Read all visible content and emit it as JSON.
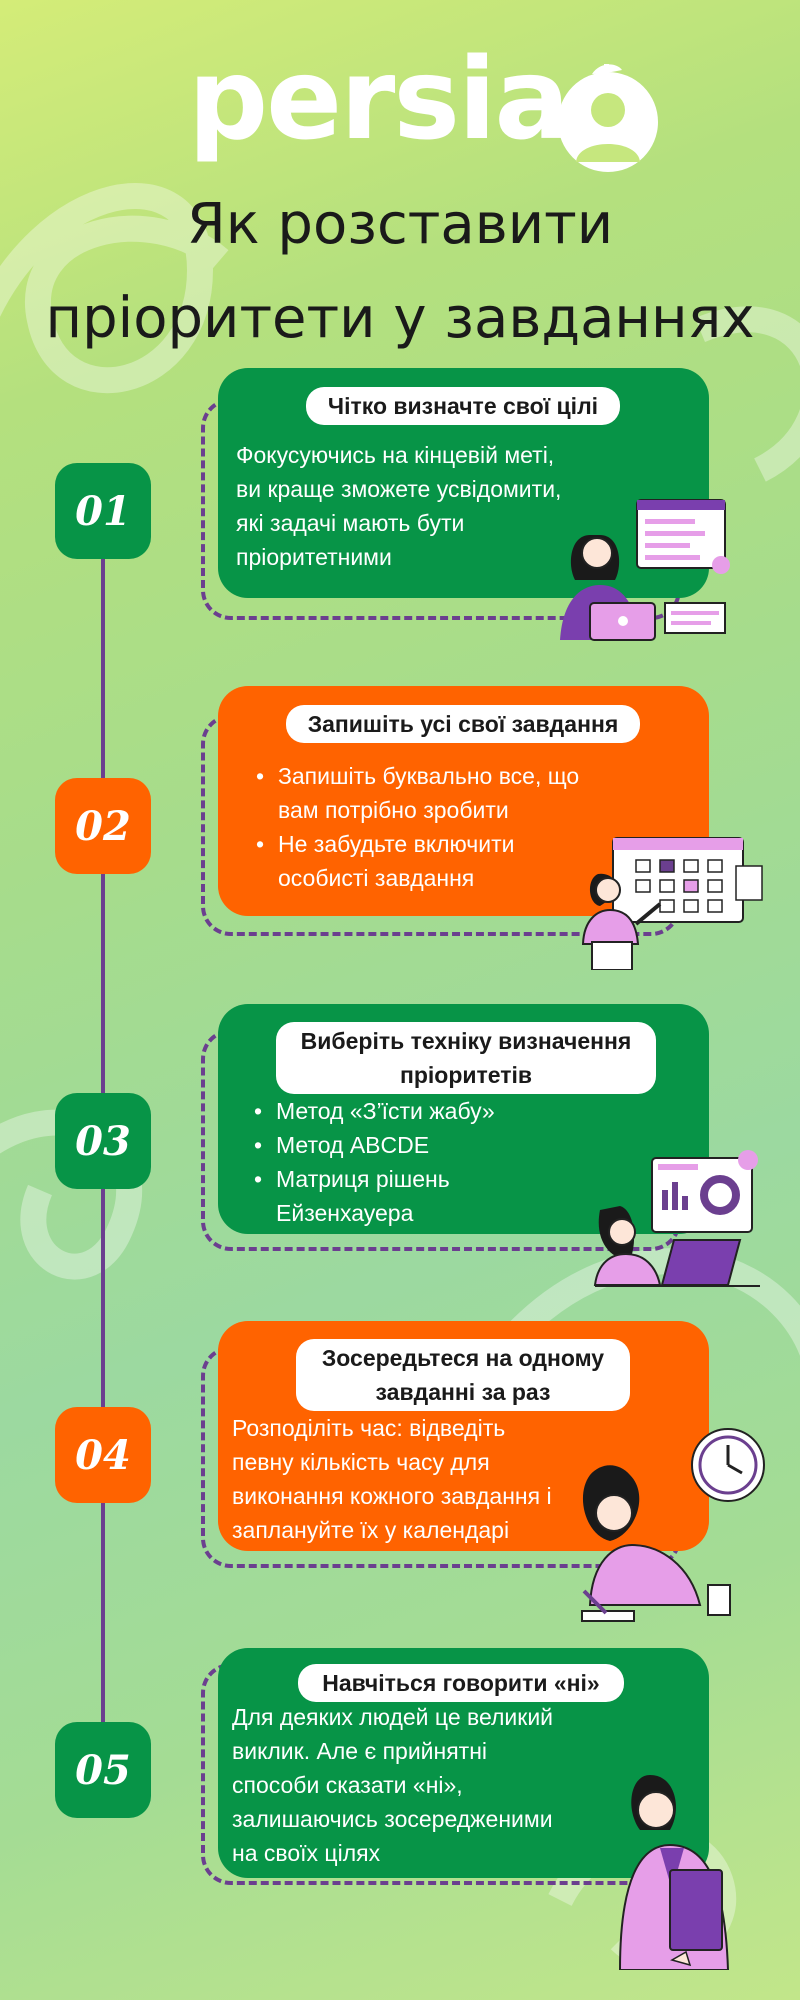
{
  "logo": {
    "text": "persia"
  },
  "title": {
    "line1": "Як розставити",
    "line2": "пріоритети у завданнях"
  },
  "colors": {
    "green": "#079447",
    "orange": "#ff6300",
    "purple": "#6b3f8f",
    "pink": "#e69ee8"
  },
  "steps": [
    {
      "number": "01",
      "heading": "Чітко визначте свої цілі",
      "lines": [
        "Фокусуючись на кінцевій меті,",
        "ви краще зможете усвідомити,",
        "які задачі мають бути",
        "пріоритетними"
      ],
      "illustration": "woman-at-laptop-icon"
    },
    {
      "number": "02",
      "heading": "Запишіть усі свої завдання",
      "bullets": [
        "Запишіть буквально все, що вам потрібно зробити",
        "Не забудьте включити особисті завдання"
      ],
      "illustration": "woman-with-calendar-icon"
    },
    {
      "number": "03",
      "heading": "Виберіть техніку визначення пріоритетів",
      "bullets": [
        "Метод «З’їсти жабу»",
        "Метод ABCDE",
        "Матриця рішень Ейзенхауера"
      ],
      "illustration": "woman-with-charts-icon"
    },
    {
      "number": "04",
      "heading": "Зосередьтеся на одному завданні за раз",
      "lines": [
        "Розподіліть час: відведіть",
        "певну кількість часу для",
        "виконання кожного завдання і",
        "заплануйте їх у календарі"
      ],
      "illustration": "woman-with-clock-icon"
    },
    {
      "number": "05",
      "heading": "Навчіться говорити «ні»",
      "lines": [
        "Для деяких людей це великий",
        "виклик. Але є прийнятні",
        "способи сказати «ні»,",
        "залишаючись зосередженими",
        "на своїх цілях"
      ],
      "illustration": "woman-with-folder-icon"
    }
  ]
}
